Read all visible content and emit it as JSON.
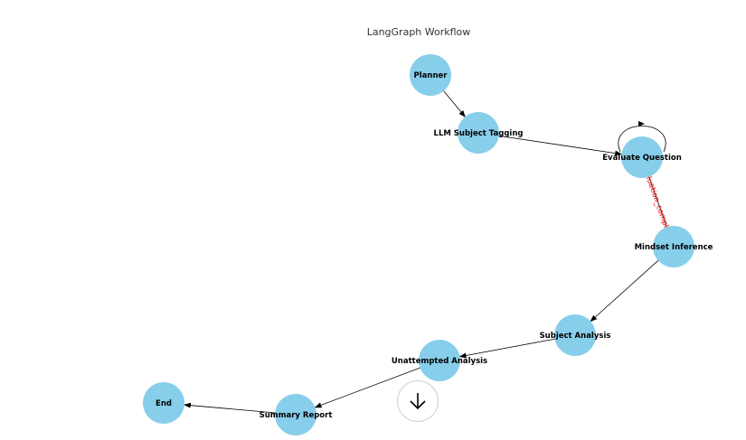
{
  "diagram": {
    "title": "LangGraph Workflow",
    "node_color": "#87ceeb",
    "edge_color": "#000000",
    "edge_label_color": "#ff0000",
    "nodes": [
      {
        "id": "planner",
        "label": "Planner"
      },
      {
        "id": "llm_subject_tagging",
        "label": "LLM Subject Tagging"
      },
      {
        "id": "evaluate_question",
        "label": "Evaluate Question"
      },
      {
        "id": "mindset_inference",
        "label": "Mindset Inference"
      },
      {
        "id": "subject_analysis",
        "label": "Subject Analysis"
      },
      {
        "id": "unattempted_analysis",
        "label": "Unattempted Analysis"
      },
      {
        "id": "summary_report",
        "label": "Summary Report"
      },
      {
        "id": "end",
        "label": "End"
      }
    ],
    "edges": [
      {
        "from": "planner",
        "to": "llm_subject_tagging",
        "label": ""
      },
      {
        "from": "llm_subject_tagging",
        "to": "evaluate_question",
        "label": ""
      },
      {
        "from": "evaluate_question",
        "to": "evaluate_question",
        "label": ""
      },
      {
        "from": "evaluate_question",
        "to": "mindset_inference",
        "label": "luation_compl"
      },
      {
        "from": "mindset_inference",
        "to": "subject_analysis",
        "label": ""
      },
      {
        "from": "subject_analysis",
        "to": "unattempted_analysis",
        "label": ""
      },
      {
        "from": "unattempted_analysis",
        "to": "summary_report",
        "label": ""
      },
      {
        "from": "summary_report",
        "to": "end",
        "label": ""
      }
    ]
  },
  "scroll_button": {
    "icon": "arrow-down-icon"
  }
}
